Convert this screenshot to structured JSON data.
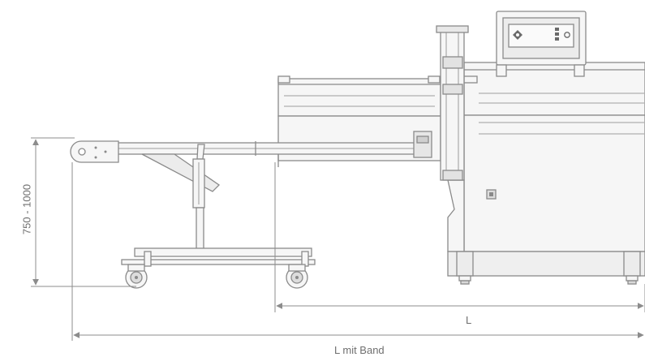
{
  "dimensions": {
    "height_range": "750 - 1000",
    "length": "L",
    "length_with_belt": "L mit Band"
  },
  "colors": {
    "line": "#8a8a8a",
    "dim_line": "#8c8c8c",
    "fill_body": "#f6f6f6",
    "fill_dark": "#d9d9d9",
    "text": "#6f6f6f"
  }
}
